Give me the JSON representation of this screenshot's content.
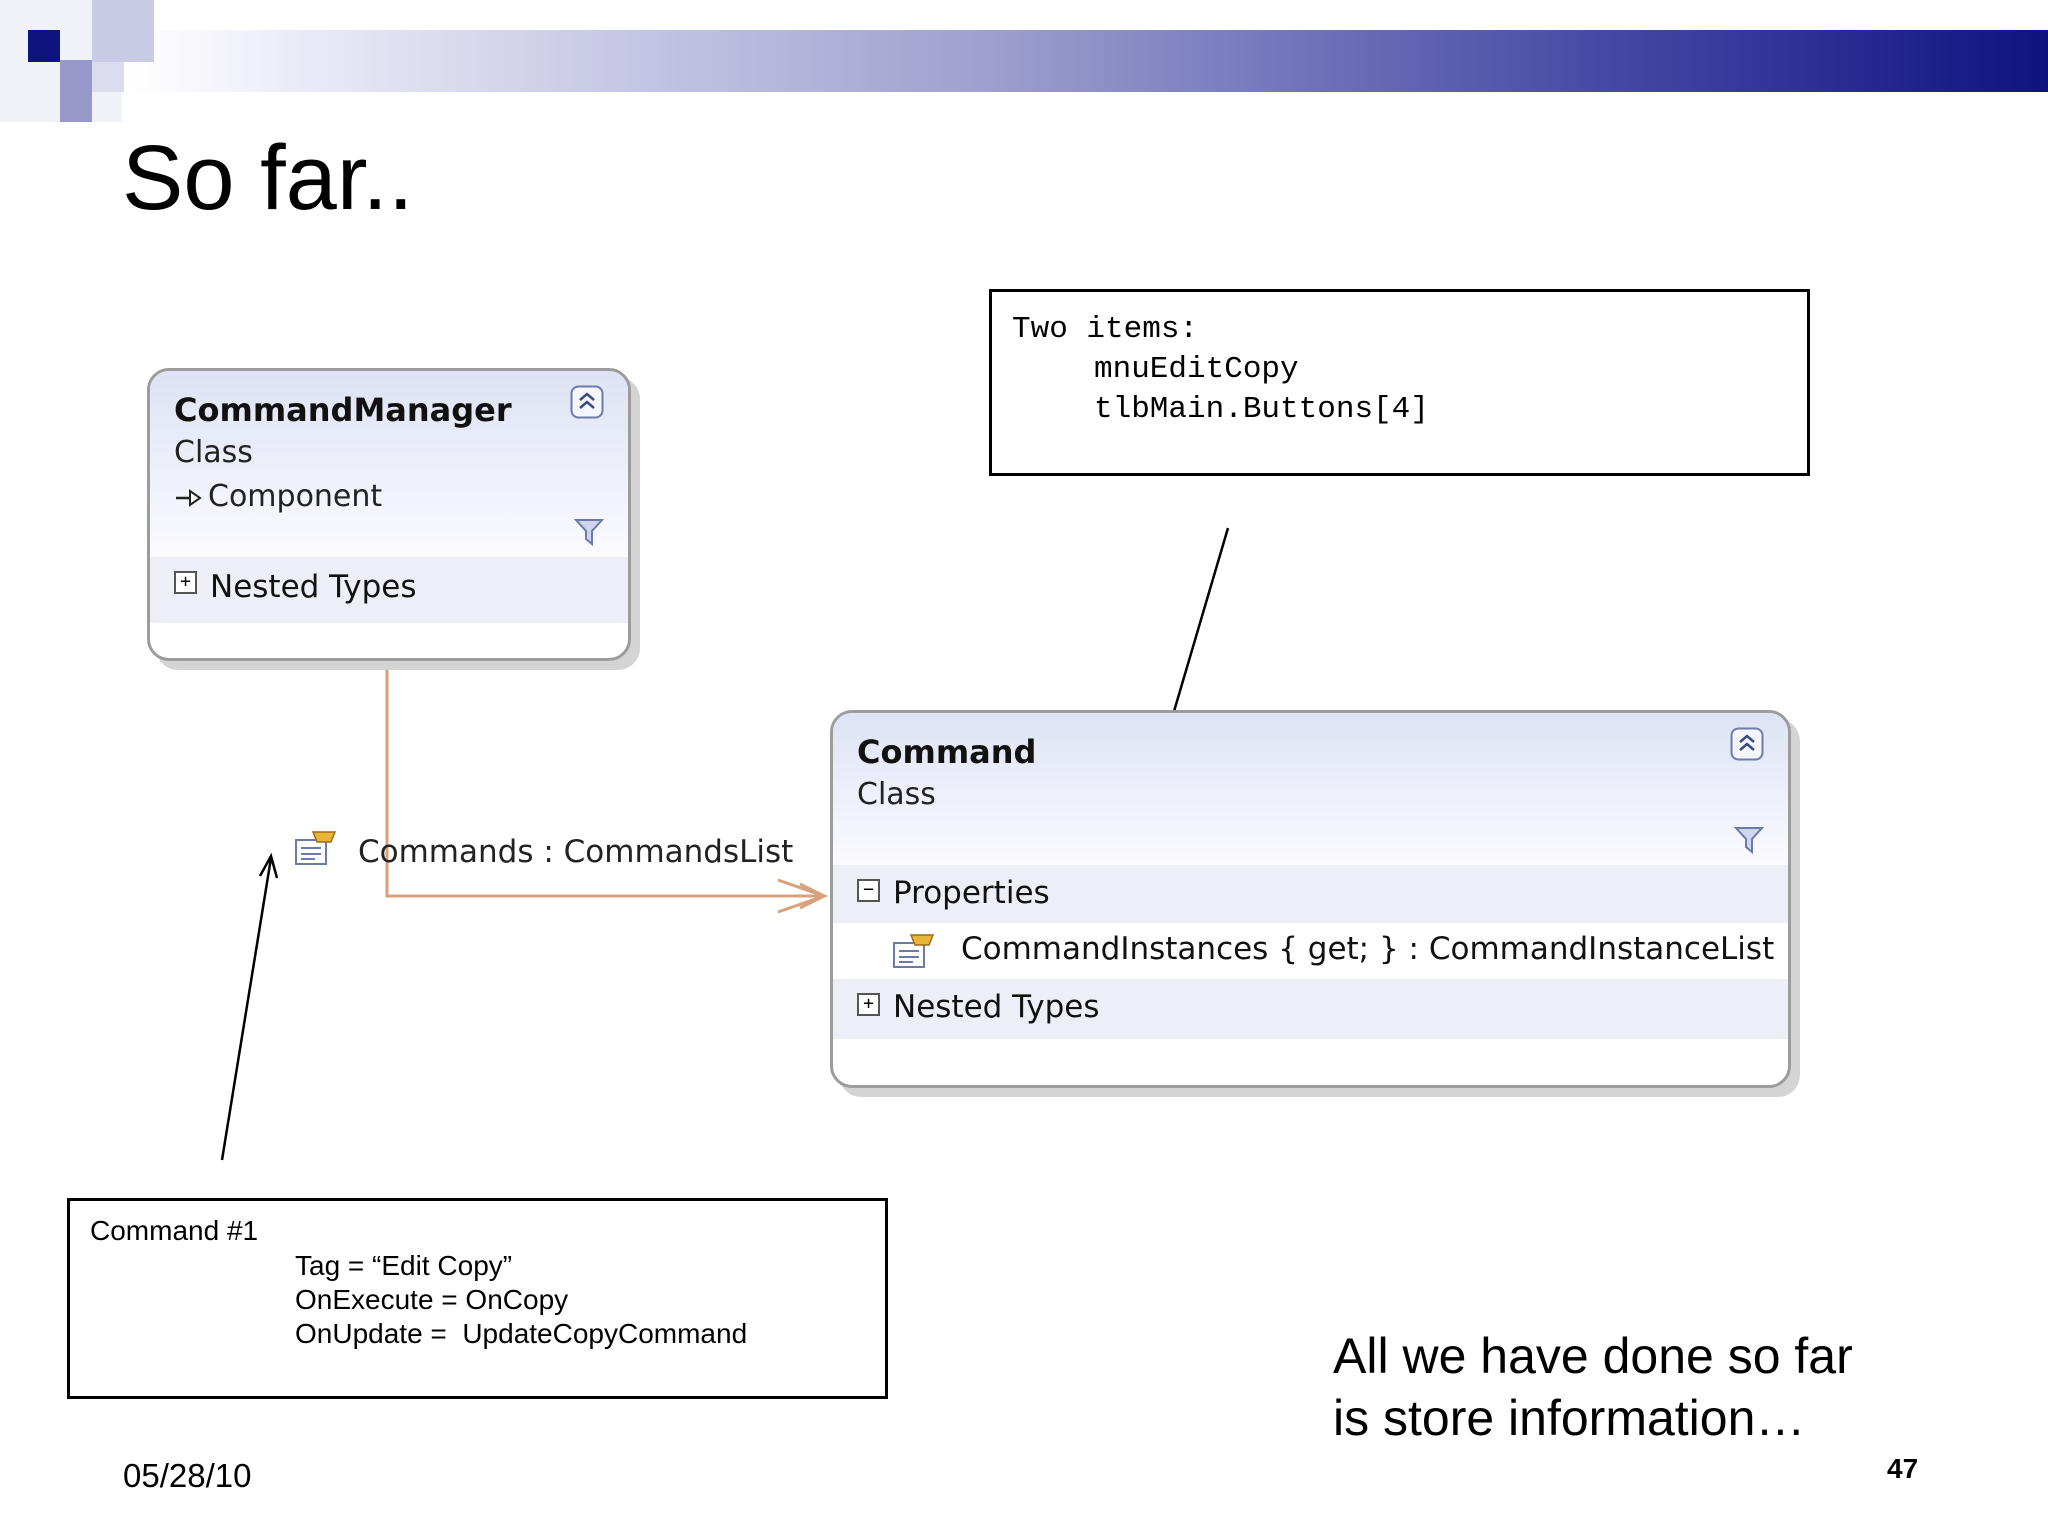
{
  "slide": {
    "title": "So far..",
    "date": "05/28/10",
    "page_number": "47",
    "summary_line1": "All we have done so far",
    "summary_line2": "is store information…"
  },
  "colors": {
    "header_dark": "#0e1380",
    "header_mid": "#9d9fcf",
    "association_line": "#d9a07a",
    "class_header": "#dde3f5"
  },
  "command_manager": {
    "name": "CommandManager",
    "kind": "Class",
    "base": "Component",
    "nested_types_label": "Nested Types"
  },
  "command": {
    "name": "Command",
    "kind": "Class",
    "properties_label": "Properties",
    "property": "CommandInstances { get; } : CommandInstanceList",
    "nested_types_label": "Nested Types"
  },
  "association": {
    "label": "Commands : CommandsList"
  },
  "note_items": {
    "line1": "Two items:",
    "line2": "mnuEditCopy",
    "line3": "tlbMain.Buttons[4]"
  },
  "note_command": {
    "title": "Command #1",
    "line1": "Tag = “Edit Copy”",
    "line2": "OnExecute = OnCopy",
    "line3": "OnUpdate =  UpdateCopyCommand"
  },
  "icons": {
    "collapse": "double-chevron-up-icon",
    "filter": "filter-icon",
    "property": "property-icon",
    "expand": "plus-box-icon",
    "collapse_section": "minus-box-icon",
    "inheritance": "inheritance-arrow-icon"
  }
}
